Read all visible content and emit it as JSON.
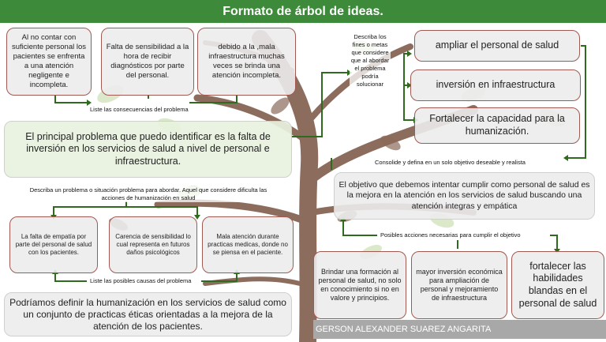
{
  "title": "Formato de árbol de ideas.",
  "consequences": [
    "Al no contar con suficiente personal los pacientes se enfrenta a una atención negligente e incompleta.",
    "Falta de sensibilidad a la hora de recibir diagnósticos por parte del personal.",
    "debido a la ,mala infraestructura muchas veces se brinda una atención incompleta."
  ],
  "label_consequences": "Liste las consecuencias del problema",
  "main_problem": "El principal problema que puedo identificar es la falta de inversión en los servicios de salud a nivel de personal e infraestructura.",
  "label_problem": "Describa un problema o situación problema para abordar. Aquel que considere dificulta las acciones de humanización en salud",
  "causes": [
    "La falta de empatía por parte del personal de salud con los pacientes.",
    "Carencia de sensibilidad lo cual representa en futuros daños psicológicos",
    "Mala atención durante practicas medicas, donde no se piensa en el paciente."
  ],
  "label_causes": "Liste las posibles causas del problema",
  "definition": "Podríamos definir la humanización en los servicios de salud como un conjunto de practicas éticas orientadas a la mejora de la atención de los pacientes.",
  "label_goals": "Describa los fines o metas que considere que al abordar el problema podría solucionar",
  "goals": [
    "ampliar el personal de salud",
    "inversión en infraestructura",
    "Fortalecer la capacidad para la humanización."
  ],
  "label_objective": "Consolide y defina en un solo objetivo deseable y realista",
  "objective": "El objetivo que debemos intentar cumplir como personal de salud es la mejora en la atención en los servicios de salud buscando una atención integras y empática",
  "label_actions": "Posibles acciones necesarias para cumplir el  objetivo",
  "actions": [
    "Brindar una formación al personal de salud, no solo en conocimiento si no en valore y principios.",
    "mayor inversión económica para ampliación de personal y mejoramiento de infraestructura",
    "fortalecer las habilidades blandas en el personal de salud"
  ],
  "author": "GERSON ALEXANDER SUAREZ ANGARITA",
  "colors": {
    "header": "#3d8a3a",
    "border": "#a05a52",
    "connector": "#2e6b1e",
    "trunk": "#8a6a58"
  }
}
